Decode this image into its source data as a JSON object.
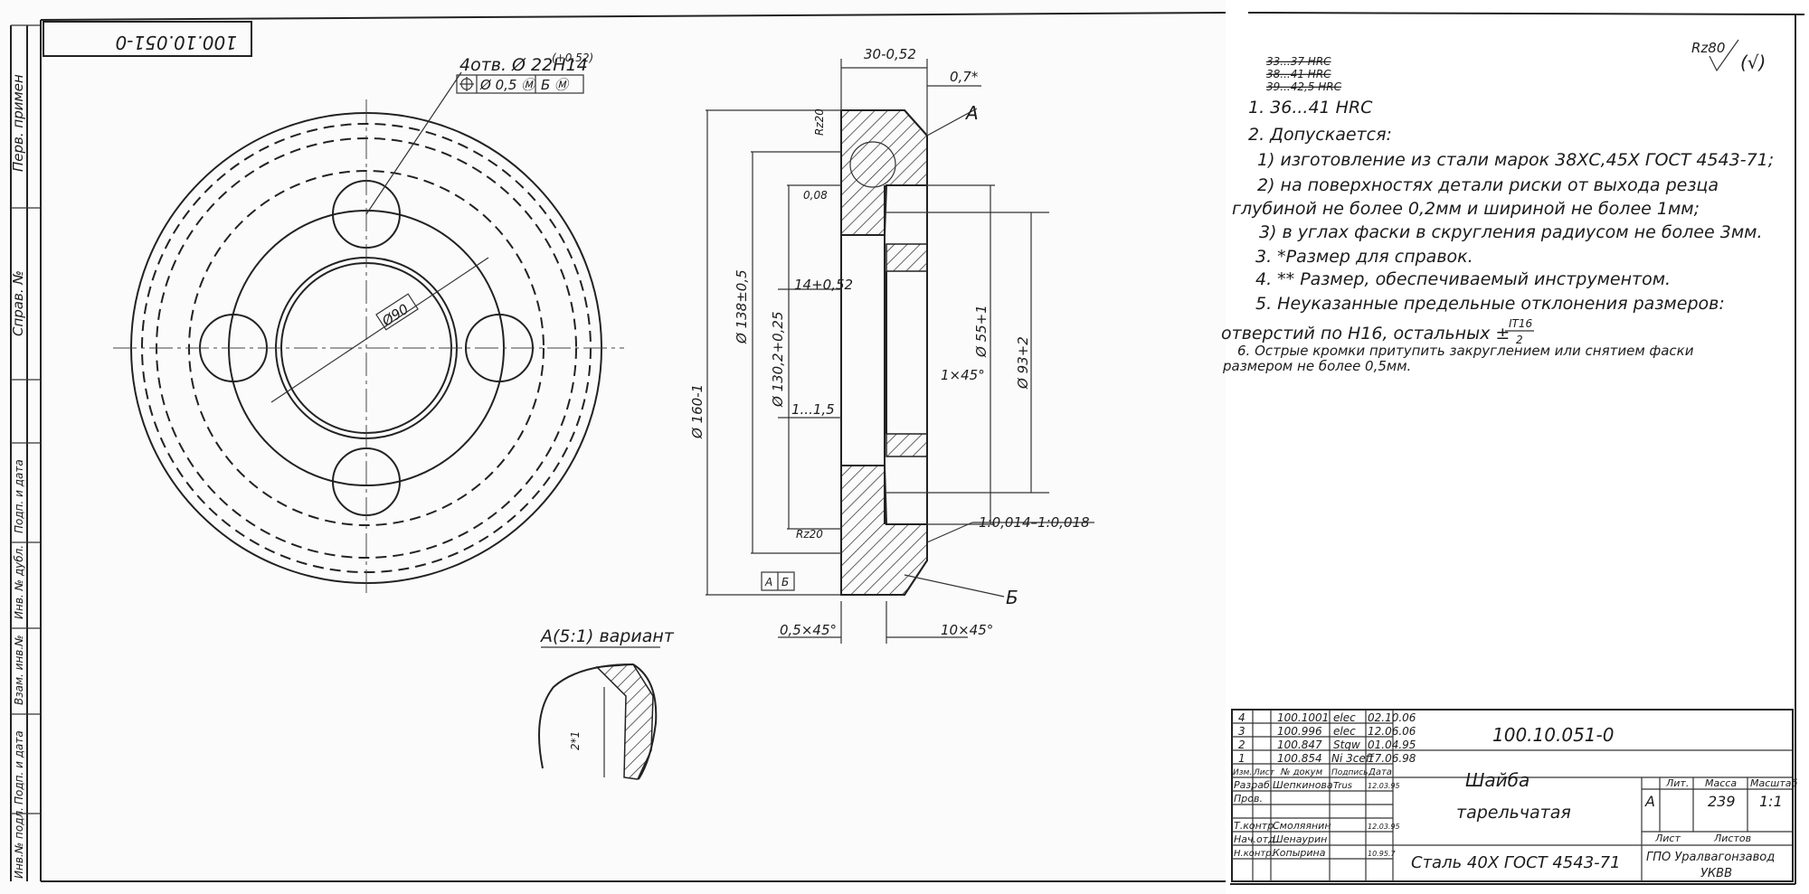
{
  "drawing": {
    "corner_number": "100.10.051-0",
    "side_labels": [
      "Перв. примен",
      "Справ. №",
      "Подп. и дата",
      "Инв. № дубл.",
      "Взам. инв.№",
      "Подп. и дата",
      "Инв.№ подл."
    ],
    "front_view": {
      "holes_note": "4отв. Ø 22H14",
      "holes_tol": "(+0,52)",
      "position_tol": "Ø 0,5 Ⓜ",
      "datum_ref": "Б Ⓜ",
      "center_dim": "Ø90"
    },
    "section_view": {
      "dim_width": "30-0,52",
      "dim_07": "0,7*",
      "label_a": "A",
      "rz20_top": "Rz20",
      "flat_008": "0,08",
      "dim_14": "14+0,52",
      "dim_138": "Ø 138±0,5",
      "dim_1302": "Ø 130,2+0,25",
      "dim_160": "Ø 160-1",
      "dim_55": "Ø 55+1",
      "dim_93": "Ø 93+2",
      "chamfer_1x45": "1×45°",
      "range_1_15": "1...1,5",
      "rz20_bottom": "Rz20",
      "taper": "1:0,014–1:0,018",
      "label_b": "Б",
      "datum_a": "А",
      "datum_b": "Б",
      "chamfer_05": "0,5×45°",
      "chamfer_10": "10×45°"
    },
    "detail_view": {
      "label": "A(5:1) вариант",
      "dim": "2*1"
    },
    "roughness": {
      "label": "Rz80",
      "symbol": "(√)"
    },
    "notes": {
      "crossed_1": "33...37 HRC",
      "crossed_2": "38...41 HRC",
      "crossed_3": "39...42,5 HRC",
      "line_1": "1. 36...41 HRC",
      "line_2": "2. Допускается:",
      "line_3": "1) изготовление  из стали марок 38ХС,45Х ГОСТ 4543-71;",
      "line_4": "2) на поверхностях детали риски от выхода  резца",
      "line_5": "глубиной  не более 0,2мм и шириной не более 1мм;",
      "line_6": "3) в углах  фаски в скругления радиусом не более 3мм.",
      "line_7": "3. *Размер для справок.",
      "line_8": "4. ** Размер, обеспечиваемый инструментом.",
      "line_9": "5. Неуказанные предельные отклонения размеров:",
      "line_10": "отверстий по H16, остальных ±",
      "fraction_num": "IT16",
      "fraction_den": "2",
      "line_11": "6. Острые кромки притупить закруглением или снятием фаски",
      "line_12": "размером не более 0,5мм."
    },
    "title_block": {
      "revisions": [
        {
          "n": "4",
          "doc": "100.1001",
          "sign": "elec",
          "date": "02.10.06"
        },
        {
          "n": "3",
          "doc": "100.996",
          "sign": "elec",
          "date": "12.06.06"
        },
        {
          "n": "2",
          "doc": "100.847",
          "sign": "Stqw",
          "date": "01.04.95"
        },
        {
          "n": "1",
          "doc": "100.854",
          "sign": "Ni 3ceff",
          "date": "17.06.98"
        }
      ],
      "rev_header": [
        "Изм.",
        "Лист",
        "№ докум",
        "Подпись",
        "Дата"
      ],
      "roles": [
        {
          "role": "Разраб.",
          "name": "Шепкинова",
          "sign": "Trus",
          "date": "12.03.95"
        },
        {
          "role": "Пров.",
          "name": "",
          "sign": "",
          "date": ""
        },
        {
          "role": "Т.контр.",
          "name": "Смоляянин",
          "sign": "",
          "date": "12.03.95"
        },
        {
          "role": "Нач.отд.",
          "name": "Шенаурин",
          "sign": "",
          "date": ""
        },
        {
          "role": "Н.контр.",
          "name": "Копырина",
          "sign": "",
          "date": "10.95.7"
        }
      ],
      "doc_number": "100.10.051-0",
      "name_1": "Шайба",
      "name_2": "тарельчатая",
      "material": "Сталь 40Х ГОСТ 4543-71",
      "lit_label": "Лит.",
      "lit_value": "A",
      "mass_label": "Масса",
      "mass_value": "239",
      "scale_label": "Масштаб",
      "scale_value": "1:1",
      "sheet_label": "Лист",
      "sheets_label": "Листов",
      "company_1": "ГПО Уралвагонзавод",
      "company_2": "УКВВ"
    }
  }
}
